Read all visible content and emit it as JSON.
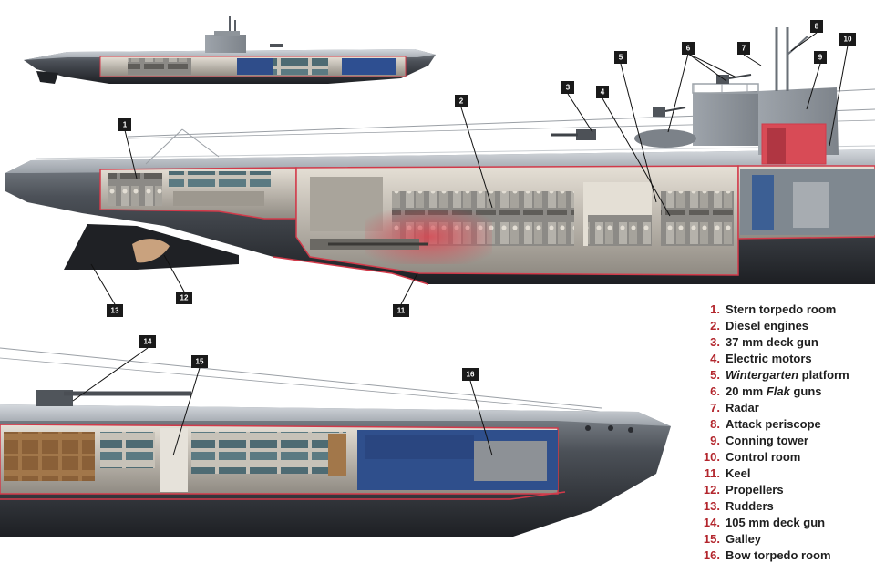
{
  "callouts": [
    "1",
    "2",
    "3",
    "4",
    "5",
    "6",
    "7",
    "8",
    "9",
    "10",
    "11",
    "12",
    "13",
    "14",
    "15",
    "16"
  ],
  "legend": [
    {
      "num": "1.",
      "parts": [
        {
          "t": "Stern torpedo room",
          "i": false
        }
      ]
    },
    {
      "num": "2.",
      "parts": [
        {
          "t": "Diesel engines",
          "i": false
        }
      ]
    },
    {
      "num": "3.",
      "parts": [
        {
          "t": "37 mm deck gun",
          "i": false
        }
      ]
    },
    {
      "num": "4.",
      "parts": [
        {
          "t": "Electric motors",
          "i": false
        }
      ]
    },
    {
      "num": "5.",
      "parts": [
        {
          "t": "Wintergarten",
          "i": true
        },
        {
          "t": " platform",
          "i": false
        }
      ]
    },
    {
      "num": "6.",
      "parts": [
        {
          "t": "20 mm ",
          "i": false
        },
        {
          "t": "Flak",
          "i": true
        },
        {
          "t": " guns",
          "i": false
        }
      ]
    },
    {
      "num": "7.",
      "parts": [
        {
          "t": "Radar",
          "i": false
        }
      ]
    },
    {
      "num": "8.",
      "parts": [
        {
          "t": "Attack periscope",
          "i": false
        }
      ]
    },
    {
      "num": "9.",
      "parts": [
        {
          "t": "Conning tower",
          "i": false
        }
      ]
    },
    {
      "num": "10.",
      "parts": [
        {
          "t": "Control room",
          "i": false
        }
      ]
    },
    {
      "num": "11.",
      "parts": [
        {
          "t": "Keel",
          "i": false
        }
      ]
    },
    {
      "num": "12.",
      "parts": [
        {
          "t": "Propellers",
          "i": false
        }
      ]
    },
    {
      "num": "13.",
      "parts": [
        {
          "t": "Rudders",
          "i": false
        }
      ]
    },
    {
      "num": "14.",
      "parts": [
        {
          "t": "105 mm deck gun",
          "i": false
        }
      ]
    },
    {
      "num": "15.",
      "parts": [
        {
          "t": "Galley",
          "i": false
        }
      ]
    },
    {
      "num": "16.",
      "parts": [
        {
          "t": "Bow torpedo room",
          "i": false
        }
      ]
    }
  ],
  "colors": {
    "hull_top": "#5d636b",
    "hull_dark": "#2a2c31",
    "deck": "#b9bec4",
    "interior": "#cfc9c0",
    "outline": "#d23a4a",
    "legend_number": "#b3262d",
    "callout_box": "#1a1a1a"
  }
}
